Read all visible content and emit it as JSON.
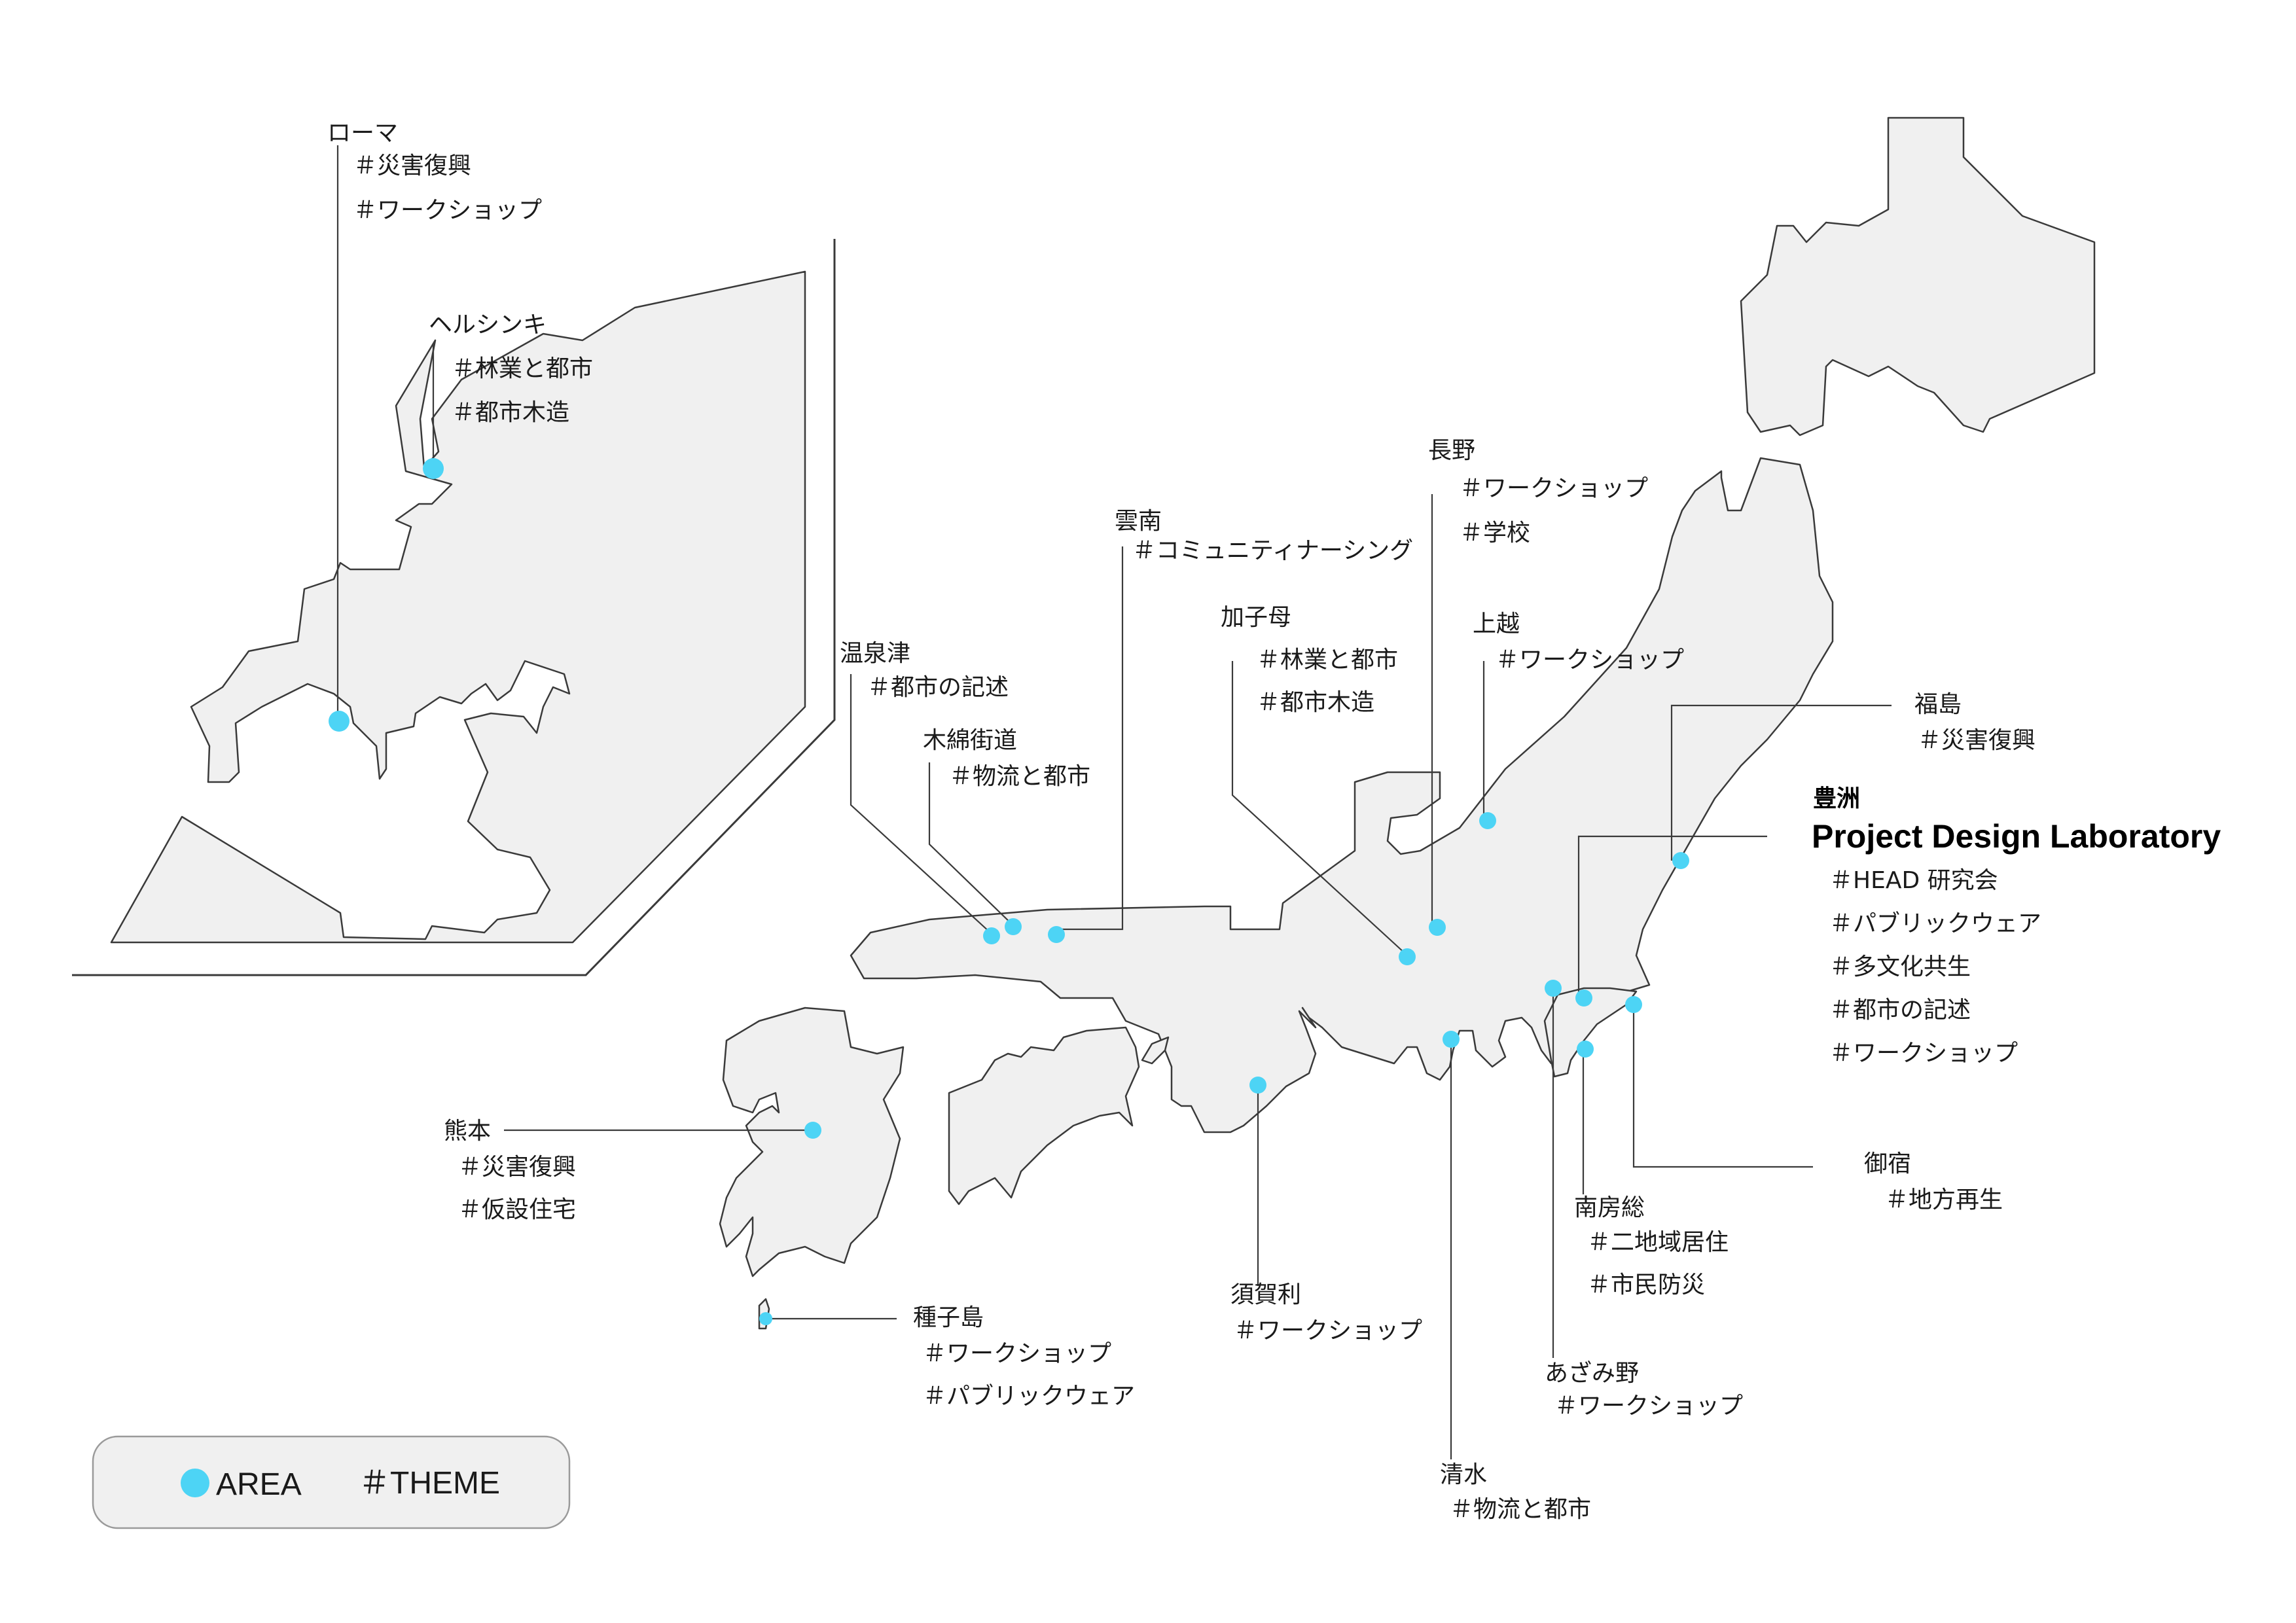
{
  "colors": {
    "area_dot": "#4dd4f5",
    "land": "#f0f0f0",
    "outline": "#3a3a3a"
  },
  "legend": {
    "area_label": "AREA",
    "theme_label": "＃THEME"
  },
  "hq": {
    "name": "豊洲",
    "subtitle": "Project Design Laboratory",
    "themes": [
      "＃HEAD 研究会",
      "＃パブリックウェア",
      "＃多文化共生",
      "＃都市の記述",
      "＃ワークショップ"
    ]
  },
  "places": [
    {
      "name": "ローマ",
      "themes": [
        "＃災害復興",
        "＃ワークショップ"
      ]
    },
    {
      "name": "ヘルシンキ",
      "themes": [
        "＃林業と都市",
        "＃都市木造"
      ]
    },
    {
      "name": "長野",
      "themes": [
        "＃ワークショップ",
        "＃学校"
      ]
    },
    {
      "name": "雲南",
      "themes": [
        "＃コミュニティナーシング"
      ]
    },
    {
      "name": "加子母",
      "themes": [
        "＃林業と都市",
        "＃都市木造"
      ]
    },
    {
      "name": "上越",
      "themes": [
        "＃ワークショップ"
      ]
    },
    {
      "name": "温泉津",
      "themes": [
        "＃都市の記述"
      ]
    },
    {
      "name": "木綿街道",
      "themes": [
        "＃物流と都市"
      ]
    },
    {
      "name": "福島",
      "themes": [
        "＃災害復興"
      ]
    },
    {
      "name": "熊本",
      "themes": [
        "＃災害復興",
        "＃仮設住宅"
      ]
    },
    {
      "name": "種子島",
      "themes": [
        "＃ワークショップ",
        "＃パブリックウェア"
      ]
    },
    {
      "name": "須賀利",
      "themes": [
        "＃ワークショップ"
      ]
    },
    {
      "name": "御宿",
      "themes": [
        "＃地方再生"
      ]
    },
    {
      "name": "南房総",
      "themes": [
        "＃二地域居住",
        "＃市民防災"
      ]
    },
    {
      "name": "あざみ野",
      "themes": [
        "＃ワークショップ"
      ]
    },
    {
      "name": "清水",
      "themes": [
        "＃物流と都市"
      ]
    }
  ]
}
